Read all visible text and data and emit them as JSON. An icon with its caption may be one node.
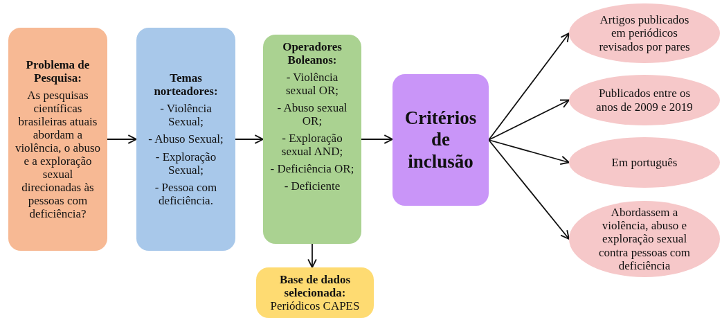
{
  "diagram": {
    "nodes": [
      {
        "text": [
          "Problema de Pesquisa:",
          "As pesquisas científicas brasileiras atuais abordam a violência, o abuso e a exploração sexual direcionadas às pessoas com deficiência?"
        ]
      },
      {
        "text": [
          "Temas norteadores:",
          "- Violência Sexual;",
          "- Abuso Sexual;",
          "- Exploração Sexual;",
          "- Pessoa com deficiência."
        ]
      },
      {
        "text": [
          "Operadores Boleanos:",
          "- Violência sexual OR;",
          "- Abuso sexual OR;",
          "- Exploração sexual AND;",
          "- Deficiência OR;",
          "- Deficiente"
        ]
      },
      {
        "text": [
          "Base de dados selecionada:",
          "Periódicos CAPES"
        ]
      },
      {
        "text": [
          "Critérios de inclusão"
        ]
      },
      {
        "text": [
          "Artigos publicados em periódicos revisados por pares"
        ]
      },
      {
        "text": [
          "Publicados entre os anos de 2009 e 2019"
        ]
      },
      {
        "text": [
          "Em português"
        ]
      },
      {
        "text": [
          "Abordassem a violência, abuso e exploração sexual contra pessoas com deficiência"
        ]
      }
    ],
    "edges": [
      {
        "from": 0,
        "to": 1,
        "arrow": "to"
      },
      {
        "from": 1,
        "to": 2,
        "arrow": "to"
      },
      {
        "from": 2,
        "to": 3,
        "arrow": "to"
      },
      {
        "from": 2,
        "to": 4,
        "arrow": "to"
      },
      {
        "from": 4,
        "to": 5,
        "arrow": "to"
      },
      {
        "from": 4,
        "to": 6,
        "arrow": "to"
      },
      {
        "from": 4,
        "to": 7,
        "arrow": "to"
      },
      {
        "from": 4,
        "to": 8,
        "arrow": "to"
      }
    ]
  }
}
